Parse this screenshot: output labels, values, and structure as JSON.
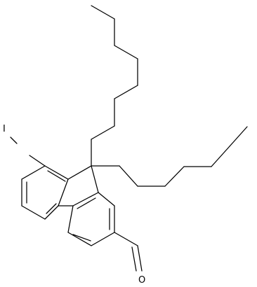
{
  "molecule": {
    "atoms": [
      {
        "symbol": "I",
        "role": "iodo-substituent"
      },
      {
        "symbol": "O",
        "role": "aldehyde-oxygen"
      }
    ]
  },
  "colors": {
    "bond": "#000000",
    "background": "#ffffff"
  }
}
